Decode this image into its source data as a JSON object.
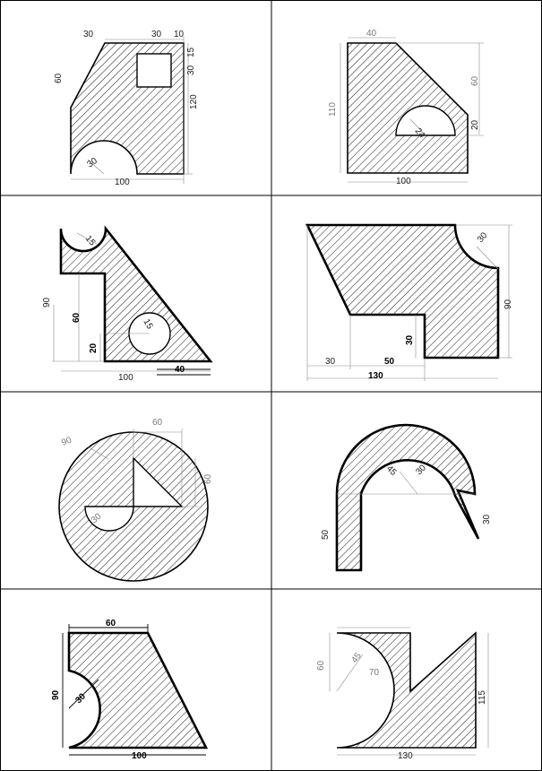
{
  "drawings": [
    {
      "labels": [
        "30",
        "30",
        "10",
        "15",
        "30",
        "60",
        "120",
        "30",
        "100"
      ]
    },
    {
      "labels": [
        "40",
        "60",
        "110",
        "24",
        "20",
        "100"
      ]
    },
    {
      "labels": [
        "15",
        "90",
        "60",
        "15",
        "20",
        "100",
        "40"
      ]
    },
    {
      "labels": [
        "30",
        "90",
        "30",
        "30",
        "50",
        "130"
      ]
    },
    {
      "labels": [
        "90",
        "60",
        "60",
        "30"
      ]
    },
    {
      "labels": [
        "45",
        "30",
        "50",
        "30"
      ]
    },
    {
      "labels": [
        "60",
        "90",
        "30",
        "100"
      ]
    },
    {
      "labels": [
        "70",
        "60",
        "45",
        "115",
        "130"
      ]
    }
  ]
}
